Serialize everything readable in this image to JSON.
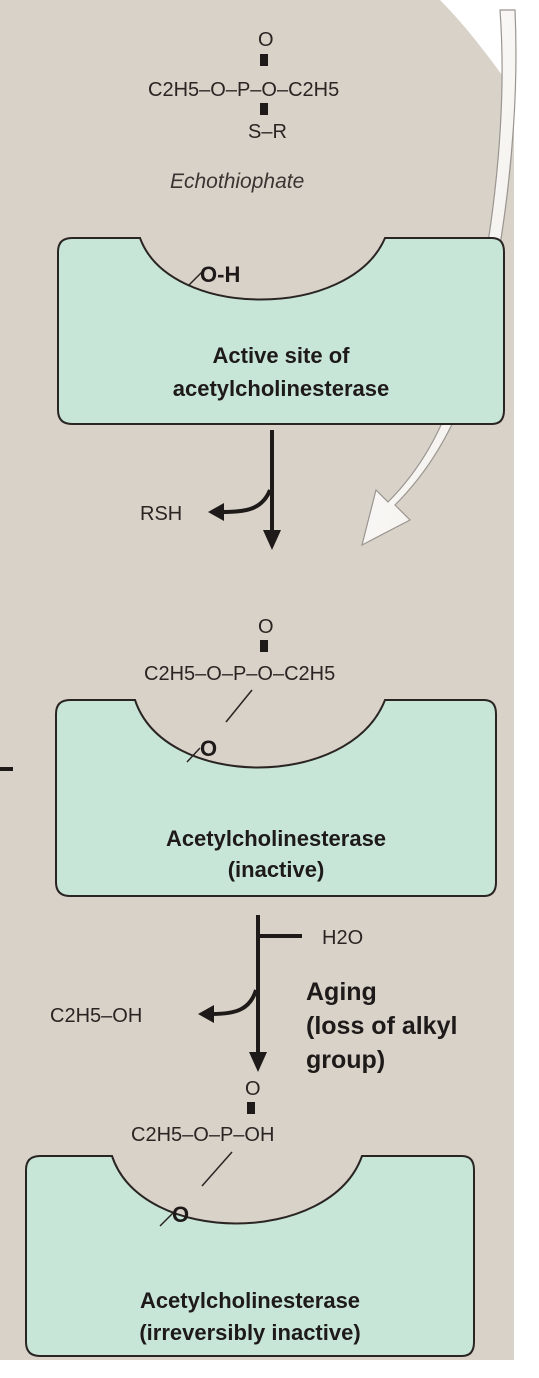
{
  "colors": {
    "background": "#d8d2c9",
    "enzyme_fill": "#c8e6d8",
    "enzyme_stroke": "#2a2523",
    "arrow_fill": "#ffffff",
    "text": "#1e1a19"
  },
  "echothiophate": {
    "top_oxygen": "O",
    "left_group": "C2H5–O–",
    "center_atom": "P",
    "right_group": "–O–C2H5",
    "thio_group": "S–R",
    "name": "Echothiophate"
  },
  "active_site": {
    "hydroxyl": "O-H",
    "label_line1": "Active site of",
    "label_line2": "acetylcholinesterase"
  },
  "reaction1": {
    "byproduct": "RSH"
  },
  "inactive_enzyme": {
    "top_oxygen": "O",
    "left_group": "C2H5–O–",
    "center_atom": "P",
    "right_group": "–O–C2H5",
    "bound_oxygen": "O",
    "label_line1": "Acetylcholinesterase",
    "label_line2": "(inactive)"
  },
  "aging_step": {
    "reagent": "H2O",
    "byproduct": "C2H5–OH",
    "label_line1": "Aging",
    "label_line2": "(loss of alkyl",
    "label_line3": "group)"
  },
  "aged_enzyme": {
    "top_oxygen": "O",
    "left_group": "C2H5–O–",
    "center_atom": "P",
    "right_group": "–OH",
    "bound_oxygen": "O",
    "label_line1": "Acetylcholinesterase",
    "label_line2": "(irreversibly inactive)"
  }
}
